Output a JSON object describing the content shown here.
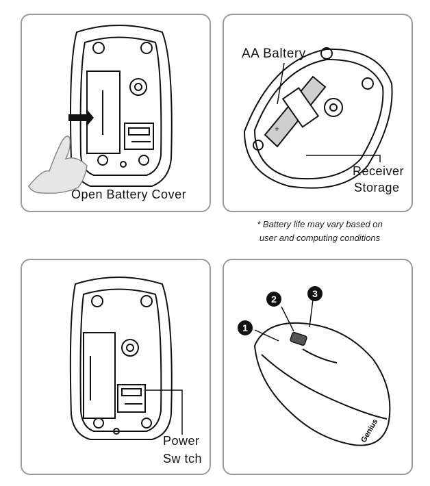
{
  "panels": {
    "open_cover": {
      "caption": "Open Battery Cover"
    },
    "battery": {
      "battery_label": "AA Baltery",
      "receiver_label_line1": "Receiver",
      "receiver_label_line2": "Storage"
    },
    "power": {
      "label_line1": "Power",
      "label_line2": "Sw tch"
    },
    "buttons": {
      "numbers": [
        "1",
        "2",
        "3"
      ],
      "brand": "Genius"
    }
  },
  "note": {
    "line1": "* Battery life may vary based on",
    "line2": "user and computing conditions"
  }
}
